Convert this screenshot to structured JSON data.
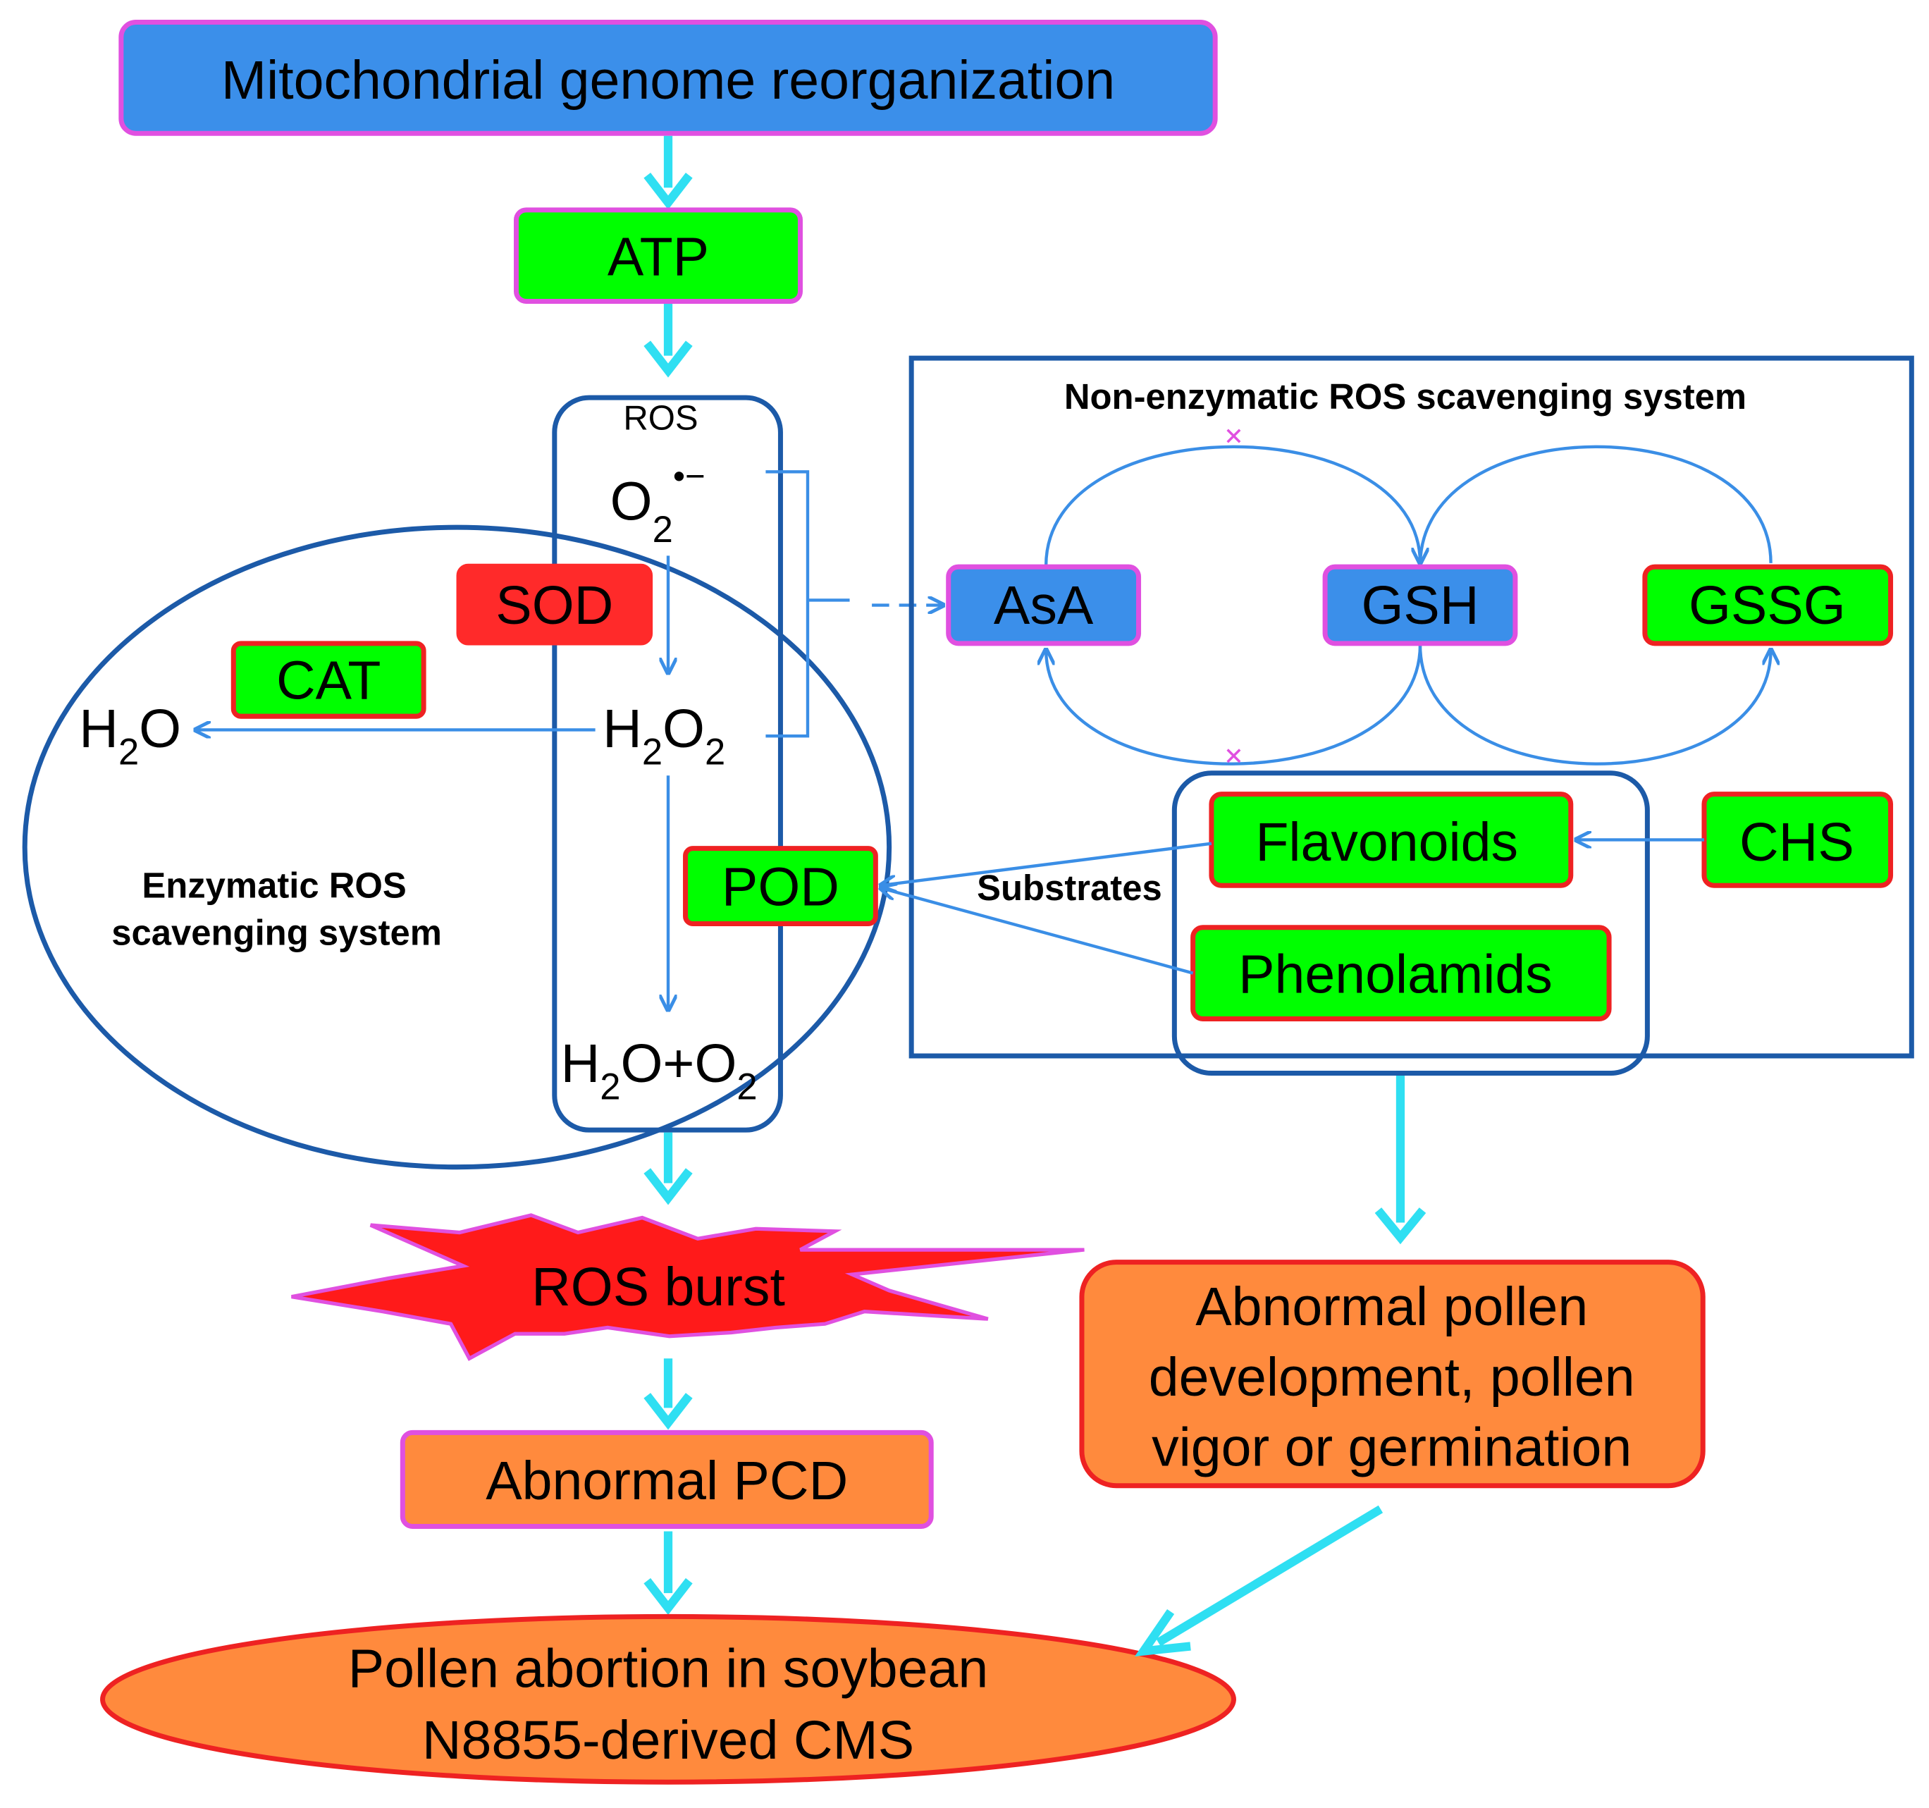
{
  "colors": {
    "blue_box": "#3b8fea",
    "green_box": "#00ff00",
    "red_box": "#ff2a2a",
    "orange_box": "#ff8a3d",
    "magenta_border": "#e050e0",
    "red_border": "#ee2222",
    "cyan_arrow": "#2fdff2",
    "thin_arrow": "#3a8ee6",
    "dark_blue_outline": "#1c5aa8"
  },
  "nodes": {
    "mito": "Mitochondrial genome reorganization",
    "atp": "ATP",
    "ros_title": "ROS",
    "superoxide": {
      "base": "O",
      "sub": "2",
      "sup": "•−"
    },
    "sod": "SOD",
    "cat": "CAT",
    "h2o_left": {
      "a": "H",
      "sub": "2",
      "b": "O"
    },
    "h2o2": {
      "a": "H",
      "sub1": "2",
      "b": "O",
      "sub2": "2"
    },
    "pod": "POD",
    "h2o_o2": {
      "a": "H",
      "sub1": "2",
      "b": "O+O",
      "sub2": "2"
    },
    "enzymatic_line1": "Enzymatic ROS",
    "enzymatic_line2": "scavenging system",
    "nonenzymatic_title": "Non-enzymatic ROS scavenging system",
    "asa": "AsA",
    "gsh": "GSH",
    "gssg": "GSSG",
    "flavonoids": "Flavonoids",
    "phenolamids": "Phenolamids",
    "chs": "CHS",
    "substrates": "Substrates",
    "ros_burst": "ROS burst",
    "abnormal_pcd": "Abnormal PCD",
    "pollen_dev_line1": "Abnormal pollen",
    "pollen_dev_line2": "development, pollen",
    "pollen_dev_line3": "vigor or germination",
    "abortion_line1": "Pollen abortion in soybean",
    "abortion_line2": "N8855-derived CMS"
  }
}
